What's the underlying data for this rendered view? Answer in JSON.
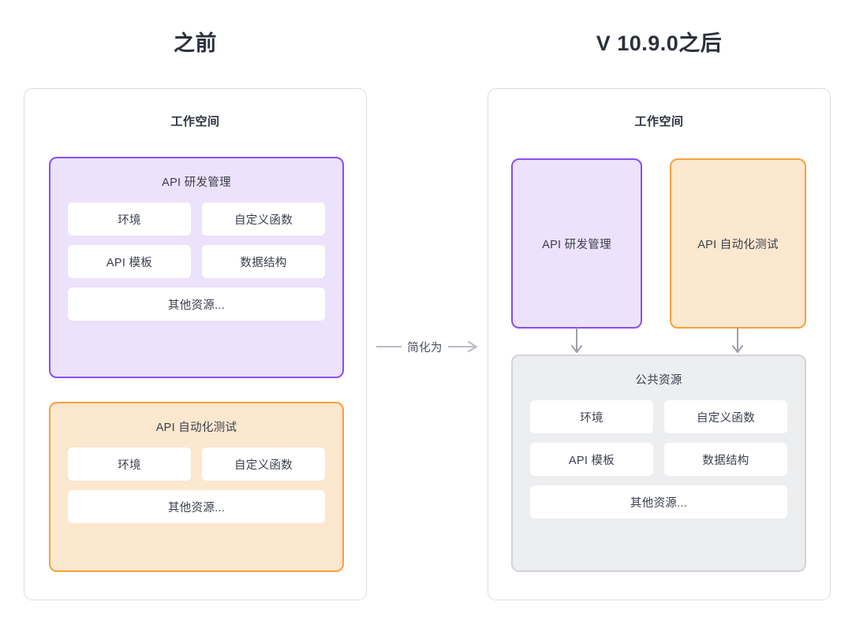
{
  "headings": {
    "left": "之前",
    "right": "V 10.9.0之后"
  },
  "connector": {
    "label": "简化为",
    "icon_left": "line-segment",
    "icon_right": "arrow-right-icon"
  },
  "colors": {
    "purple_border": "#8b4df0",
    "purple_fill": "#ece2fb",
    "orange_border": "#f7a13d",
    "orange_fill": "#fce7cf",
    "gray_border": "#d2d4d9",
    "gray_fill": "#edeef0",
    "panel_border": "#dcdde0",
    "chip_fill": "#ffffff",
    "text": "#3a3f4b",
    "heading_text": "#2b303b",
    "arrow": "#9ca0a8",
    "background": "#ffffff"
  },
  "before": {
    "panel_title": "工作空间",
    "groups": [
      {
        "title": "API 研发管理",
        "style": "purple",
        "chips": [
          {
            "label": "环境",
            "width": "half"
          },
          {
            "label": "自定义函数",
            "width": "half"
          },
          {
            "label": "API 模板",
            "width": "half"
          },
          {
            "label": "数据结构",
            "width": "half"
          },
          {
            "label": "其他资源...",
            "width": "full"
          }
        ]
      },
      {
        "title": "API 自动化测试",
        "style": "orange",
        "chips": [
          {
            "label": "环境",
            "width": "half"
          },
          {
            "label": "自定义函数",
            "width": "half"
          },
          {
            "label": "其他资源...",
            "width": "full"
          }
        ]
      }
    ]
  },
  "after": {
    "panel_title": "工作空间",
    "top_groups": [
      {
        "title": "API 研发管理",
        "style": "purple",
        "arrow": "down-arrow-icon"
      },
      {
        "title": "API 自动化测试",
        "style": "orange",
        "arrow": "down-arrow-icon"
      }
    ],
    "shared_group": {
      "title": "公共资源",
      "style": "gray",
      "chips": [
        {
          "label": "环境",
          "width": "half"
        },
        {
          "label": "自定义函数",
          "width": "half"
        },
        {
          "label": "API 模板",
          "width": "half"
        },
        {
          "label": "数据结构",
          "width": "half"
        },
        {
          "label": "其他资源...",
          "width": "full"
        }
      ]
    }
  }
}
